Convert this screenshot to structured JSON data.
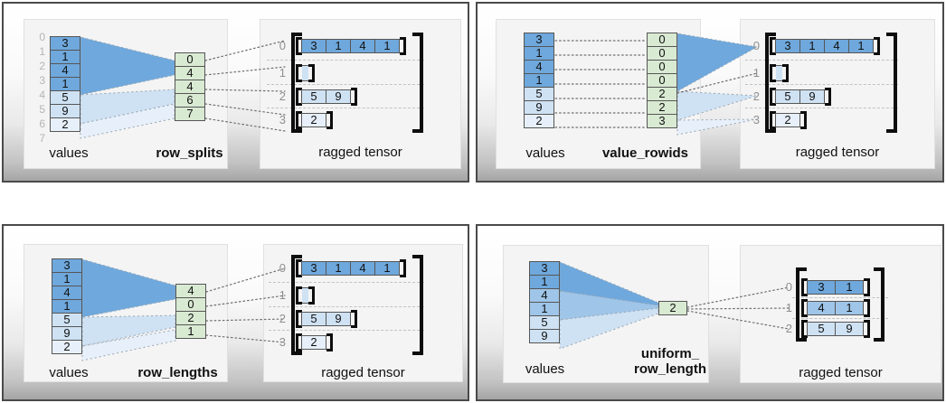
{
  "colors": {
    "dark_blue": "#6fa8dc",
    "medium_blue": "#9fc5e8",
    "light_blue": "#cfe2f3",
    "pale_blue": "#e7f0fa",
    "green": "#d9ead3"
  },
  "panels": [
    {
      "title": "row_splits",
      "values_label": "values",
      "tensor_label": "ragged tensor",
      "boundary_indices": [
        "0",
        "1",
        "2",
        "3",
        "4",
        "5",
        "6",
        "7"
      ],
      "values": [
        "3",
        "1",
        "4",
        "1",
        "5",
        "9",
        "2"
      ],
      "param": [
        "0",
        "4",
        "4",
        "6",
        "7"
      ],
      "row_indices": [
        "0",
        "1",
        "2",
        "3"
      ],
      "rows": [
        [
          "3",
          "1",
          "4",
          "1"
        ],
        [],
        [
          "5",
          "9"
        ],
        [
          "2"
        ]
      ]
    },
    {
      "title": "value_rowids",
      "values_label": "values",
      "tensor_label": "ragged tensor",
      "values": [
        "3",
        "1",
        "4",
        "1",
        "5",
        "9",
        "2"
      ],
      "param": [
        "0",
        "0",
        "0",
        "0",
        "2",
        "2",
        "3"
      ],
      "row_indices": [
        "0",
        "1",
        "2",
        "3"
      ],
      "rows": [
        [
          "3",
          "1",
          "4",
          "1"
        ],
        [],
        [
          "5",
          "9"
        ],
        [
          "2"
        ]
      ]
    },
    {
      "title": "row_lengths",
      "values_label": "values",
      "tensor_label": "ragged tensor",
      "values": [
        "3",
        "1",
        "4",
        "1",
        "5",
        "9",
        "2"
      ],
      "param": [
        "4",
        "0",
        "2",
        "1"
      ],
      "row_indices": [
        "0",
        "1",
        "2",
        "3"
      ],
      "rows": [
        [
          "3",
          "1",
          "4",
          "1"
        ],
        [],
        [
          "5",
          "9"
        ],
        [
          "2"
        ]
      ]
    },
    {
      "title_line1": "uniform_",
      "title_line2": "row_length",
      "values_label": "values",
      "tensor_label": "ragged tensor",
      "values": [
        "3",
        "1",
        "4",
        "1",
        "5",
        "9"
      ],
      "param": [
        "2"
      ],
      "row_indices": [
        "0",
        "1",
        "2"
      ],
      "rows": [
        [
          "3",
          "1"
        ],
        [
          "4",
          "1"
        ],
        [
          "5",
          "9"
        ]
      ]
    }
  ]
}
